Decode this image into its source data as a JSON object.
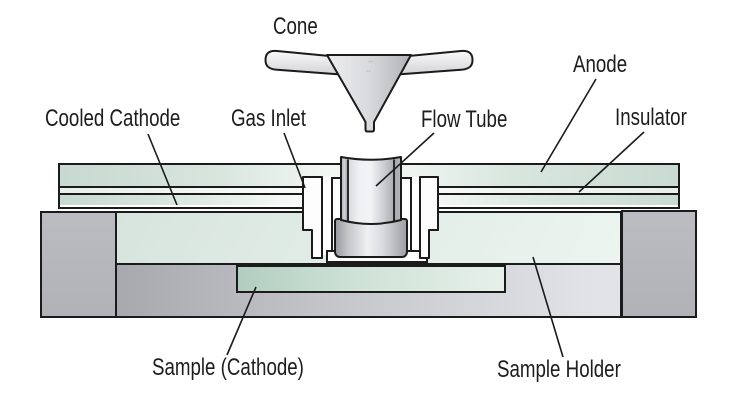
{
  "diagram": {
    "labels": {
      "cone": "Cone",
      "anode": "Anode",
      "cooled_cathode": "Cooled Cathode",
      "gas_inlet": "Gas Inlet",
      "flow_tube": "Flow Tube",
      "insulator": "Insulator",
      "sample_cathode": "Sample (Cathode)",
      "sample_holder": "Sample Holder"
    },
    "colors": {
      "outline": "#1b1b1b",
      "plate_green": "#c9dbd2",
      "holder_green_light": "#e3eee8",
      "sample_green": "#b2cec0",
      "block_gray": "#b5b6bc",
      "metal_gray_light": "#eef0f1",
      "background": "#ffffff"
    }
  }
}
